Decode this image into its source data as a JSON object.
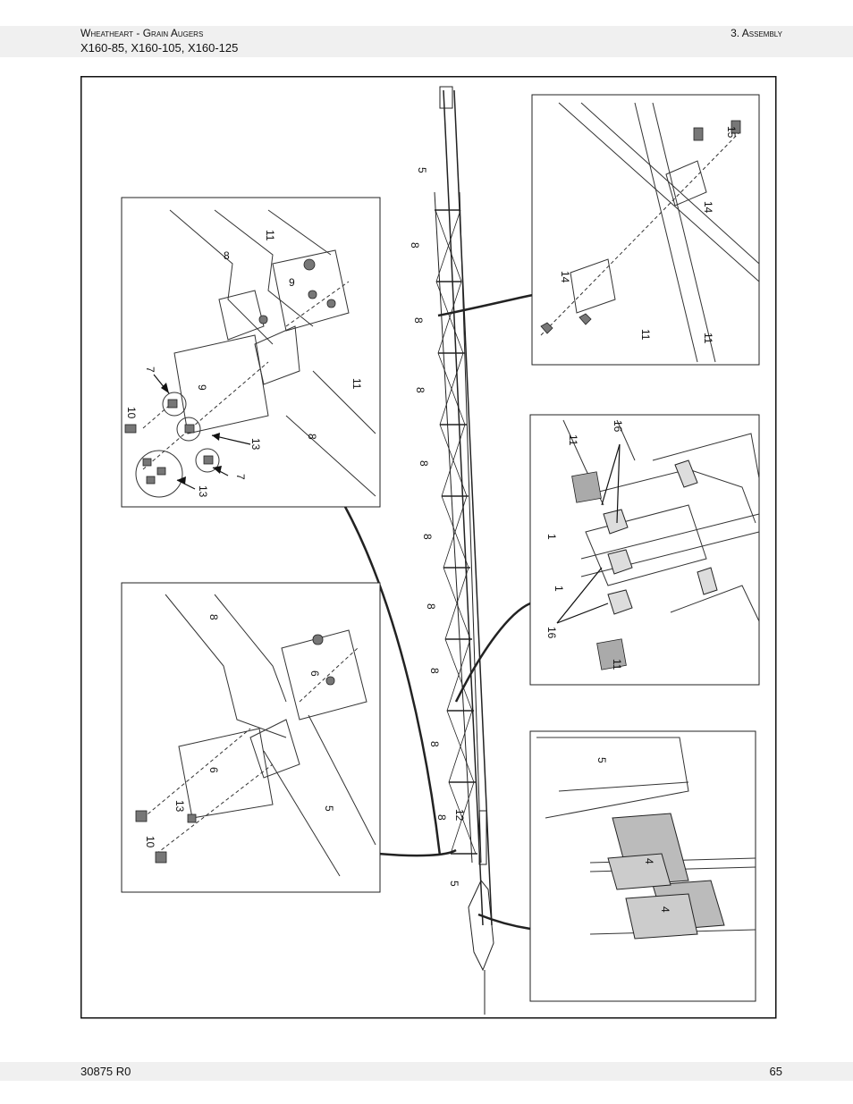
{
  "header": {
    "brand_line": "Wheatheart - Grain Augers",
    "models_line": "X160-85, X160-105, X160-125",
    "section": "3. Assembly"
  },
  "footer": {
    "doc_code": "30875 R0",
    "page_number": "65"
  },
  "callouts": {
    "tl": [
      "8",
      "11",
      "9",
      "7",
      "10",
      "9",
      "11",
      "8",
      "13",
      "13",
      "7"
    ],
    "bl": [
      "8",
      "6",
      "6",
      "13",
      "10",
      "5"
    ],
    "tr": [
      "15",
      "14",
      "14",
      "11",
      "11"
    ],
    "mr": [
      "11",
      "16",
      "1",
      "1",
      "16",
      "11"
    ],
    "br": [
      "5",
      "4",
      "4"
    ],
    "main": [
      "5",
      "8",
      "8",
      "8",
      "8",
      "8",
      "8",
      "8",
      "8",
      "8",
      "12",
      "5"
    ]
  }
}
